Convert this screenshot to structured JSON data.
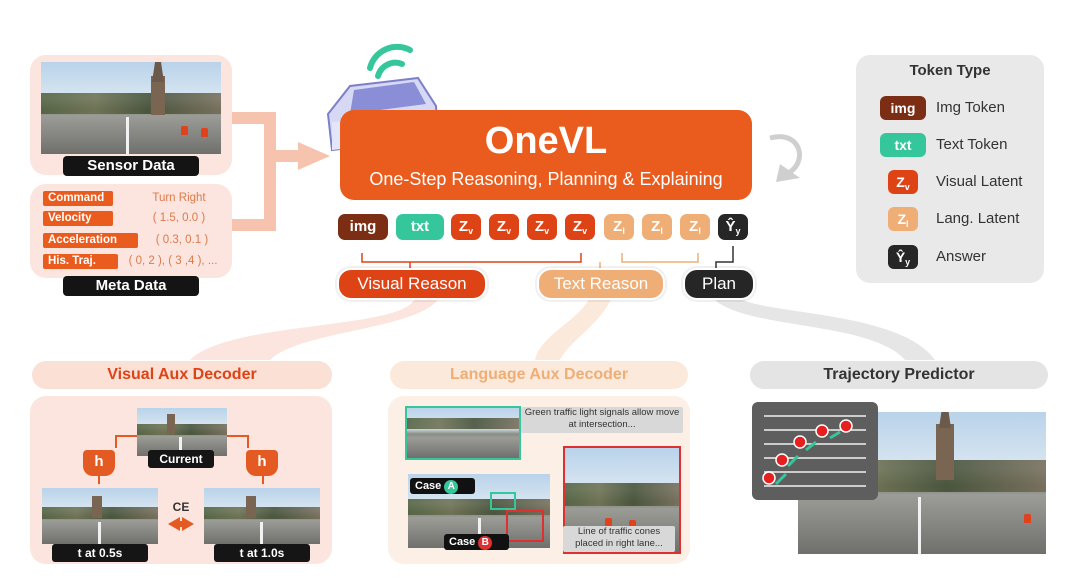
{
  "model": {
    "name": "OneVL",
    "subtitle": "One-Step Reasoning, Planning & Explaining"
  },
  "sensor": {
    "label": "Sensor Data"
  },
  "meta": {
    "label": "Meta Data",
    "rows": [
      {
        "key": "Command",
        "value": "Turn Right"
      },
      {
        "key": "Velocity",
        "value": "( 1.5, 0.0 )"
      },
      {
        "key": "Acceleration",
        "value": "( 0.3, 0.1 )"
      },
      {
        "key": "His. Traj.",
        "value": "( 0, 2 ), ( 3 ,4 ), ..."
      }
    ]
  },
  "tokens": {
    "img": "img",
    "txt": "txt",
    "zv": "Z",
    "zv_sub": "v",
    "zl": "Z",
    "zl_sub": "l",
    "ty": "Ŷ",
    "ty_sub": "y"
  },
  "groups": {
    "visual": "Visual Reason",
    "text": "Text Reason",
    "plan": "Plan"
  },
  "legend": {
    "title": "Token Type",
    "items": [
      {
        "chip": "img",
        "label": "Img Token",
        "color": "#7b2e14"
      },
      {
        "chip": "txt",
        "label": "Text Token",
        "color": "#35c79b"
      },
      {
        "chip": "Z",
        "sub": "v",
        "label": "Visual Latent",
        "color": "#de4316"
      },
      {
        "chip": "Z",
        "sub": "l",
        "label": "Lang. Latent",
        "color": "#eeae76"
      },
      {
        "chip": "Ŷ",
        "sub": "y",
        "label": "Answer",
        "color": "#262626"
      }
    ]
  },
  "visual_aux": {
    "title": "Visual Aux Decoder",
    "current": "Current",
    "h": "h",
    "ce": "CE",
    "t1": "t at 0.5s",
    "t2": "t at 1.0s"
  },
  "language_aux": {
    "title": "Language Aux Decoder",
    "note_a": "Green traffic light signals allow move at intersection...",
    "note_b": "Line of traffic cones placed in right lane...",
    "case_a": "Case",
    "case_a_mark": "A",
    "case_b": "Case",
    "case_b_mark": "B"
  },
  "trajectory": {
    "title": "Trajectory Predictor"
  },
  "colors": {
    "orange": "#ea5b1e",
    "light_orange": "#eeae76",
    "dark": "#262626",
    "green": "#35c79b"
  }
}
